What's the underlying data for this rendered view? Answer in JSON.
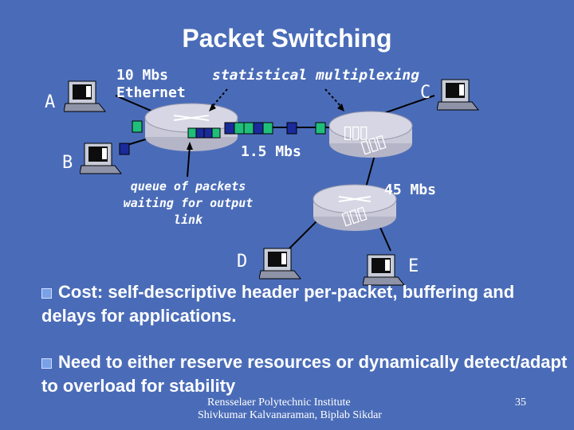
{
  "slide": {
    "title": "Packet Switching",
    "ethernet_label_line1": "10 Mbs",
    "ethernet_label_line2": "Ethernet",
    "stat_mux_label": "statistical multiplexing",
    "link_speed_label": "1.5 Mbs",
    "queue_label_line1": "queue of packets",
    "queue_label_line2": "waiting for output",
    "queue_label_line3": "link",
    "link_45_label": "45 Mbs",
    "host_a": "A",
    "host_b": "B",
    "host_c": "C",
    "host_d": "D",
    "host_e": "E",
    "bullets": [
      "Cost: self-descriptive header per-packet, buffering and delays for applications.",
      "Need to either reserve resources or dynamically detect/adapt to overload for stability"
    ],
    "footer_line1": "Rensselaer Polytechnic Institute",
    "footer_line2": "Shivkumar Kalvanaraman, Biplab Sikdar",
    "page_number": "35",
    "router_glyphs_1": "▯▯▯",
    "router_glyphs_2": "▯▯▯",
    "router_glyphs_3": "▯▯▯"
  }
}
